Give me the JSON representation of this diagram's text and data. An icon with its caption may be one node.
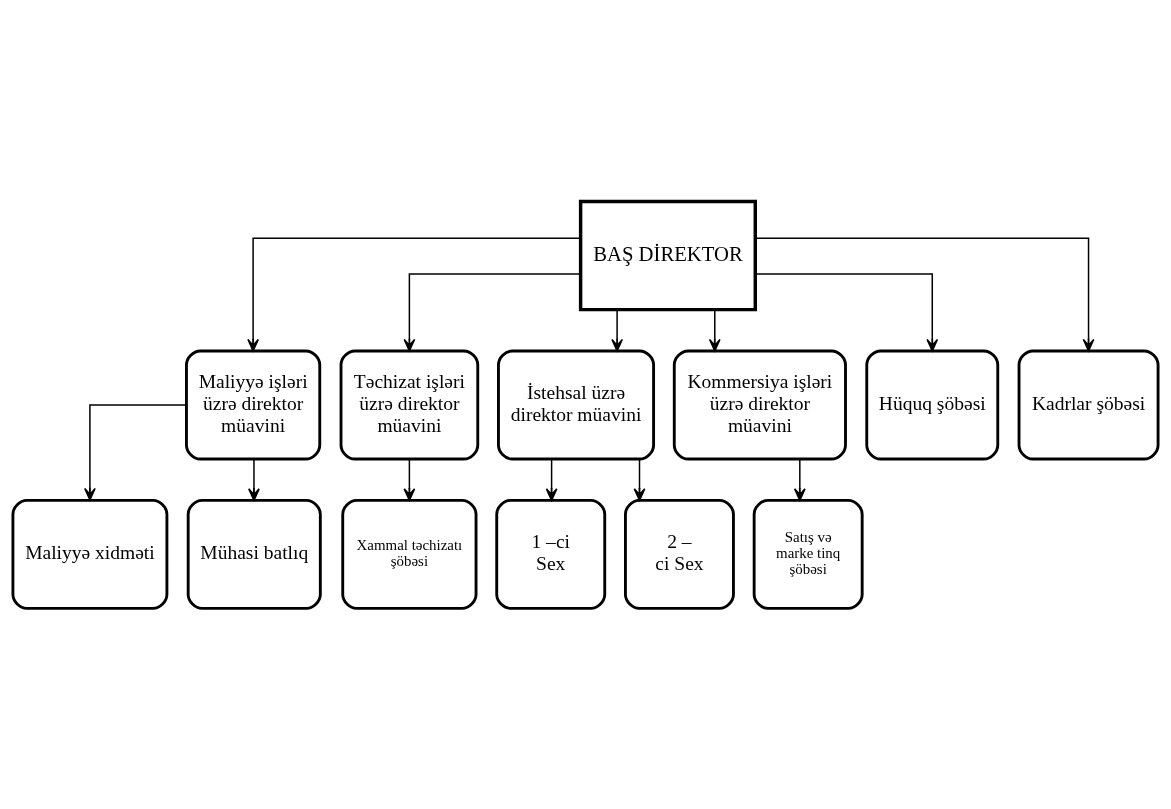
{
  "diagram": {
    "nodes": [
      {
        "text": [
          "BAŞ DİREKTOR"
        ]
      },
      {
        "text": [
          "Maliyyə işləri üzrə direktor müavini"
        ]
      },
      {
        "text": [
          "Təchizat işləri üzrə direktor müavini"
        ]
      },
      {
        "text": [
          "İstehsal üzrə direktor müavini"
        ]
      },
      {
        "text": [
          "Kommersiya işləri üzrə direktor müavini"
        ]
      },
      {
        "text": [
          "Hüquq şöbəsi"
        ]
      },
      {
        "text": [
          "Kadrlar şöbəsi"
        ]
      },
      {
        "text": [
          "Maliyyə xidməti"
        ]
      },
      {
        "text": [
          "Mühasi batlıq"
        ]
      },
      {
        "text": [
          "Xammal təchizatı şöbəsi"
        ]
      },
      {
        "text": [
          "1 –ci Sex"
        ]
      },
      {
        "text": [
          "2 – ci Sex"
        ]
      },
      {
        "text": [
          "Satış və marke tinq şöbəsi"
        ]
      }
    ],
    "edges": [
      {
        "from": 0,
        "to": 1,
        "arrow": "to"
      },
      {
        "from": 0,
        "to": 2,
        "arrow": "to"
      },
      {
        "from": 0,
        "to": 3,
        "arrow": "to"
      },
      {
        "from": 0,
        "to": 4,
        "arrow": "to"
      },
      {
        "from": 0,
        "to": 5,
        "arrow": "to"
      },
      {
        "from": 0,
        "to": 6,
        "arrow": "to"
      },
      {
        "from": 1,
        "to": 7,
        "arrow": "to"
      },
      {
        "from": 1,
        "to": 8,
        "arrow": "to"
      },
      {
        "from": 2,
        "to": 9,
        "arrow": "to"
      },
      {
        "from": 3,
        "to": 10,
        "arrow": "to"
      },
      {
        "from": 3,
        "to": 11,
        "arrow": "to"
      },
      {
        "from": 4,
        "to": 12,
        "arrow": "to"
      }
    ]
  }
}
